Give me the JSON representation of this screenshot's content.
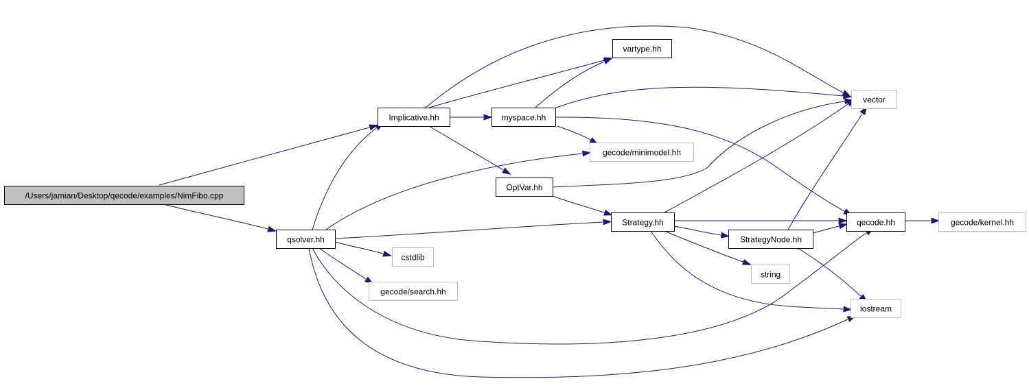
{
  "graph": {
    "nodes": [
      {
        "id": "root",
        "label": "/Users/jamian/Desktop/qecode/examples/NimFibo.cpp",
        "kind": "root"
      },
      {
        "id": "implicative",
        "label": "Implicative.hh",
        "kind": "internal"
      },
      {
        "id": "qsolver",
        "label": "qsolver.hh",
        "kind": "internal"
      },
      {
        "id": "vartype",
        "label": "vartype.hh",
        "kind": "internal"
      },
      {
        "id": "myspace",
        "label": "myspace.hh",
        "kind": "internal"
      },
      {
        "id": "optvar",
        "label": "OptVar.hh",
        "kind": "internal"
      },
      {
        "id": "strategy",
        "label": "Strategy.hh",
        "kind": "internal"
      },
      {
        "id": "strategynode",
        "label": "StrategyNode.hh",
        "kind": "internal"
      },
      {
        "id": "qecode",
        "label": "qecode.hh",
        "kind": "internal"
      },
      {
        "id": "vector",
        "label": "vector",
        "kind": "external"
      },
      {
        "id": "minimodel",
        "label": "gecode/minimodel.hh",
        "kind": "external"
      },
      {
        "id": "cstdlib",
        "label": "cstdlib",
        "kind": "external"
      },
      {
        "id": "search",
        "label": "gecode/search.hh",
        "kind": "external"
      },
      {
        "id": "string",
        "label": "string",
        "kind": "external"
      },
      {
        "id": "iostream",
        "label": "iostream",
        "kind": "external"
      },
      {
        "id": "kernel",
        "label": "gecode/kernel.hh",
        "kind": "external"
      }
    ],
    "edges": [
      {
        "from": "root",
        "to": "implicative"
      },
      {
        "from": "root",
        "to": "qsolver"
      },
      {
        "from": "implicative",
        "to": "vector"
      },
      {
        "from": "implicative",
        "to": "vartype"
      },
      {
        "from": "implicative",
        "to": "myspace"
      },
      {
        "from": "implicative",
        "to": "optvar"
      },
      {
        "from": "myspace",
        "to": "vartype"
      },
      {
        "from": "myspace",
        "to": "vector"
      },
      {
        "from": "myspace",
        "to": "minimodel"
      },
      {
        "from": "myspace",
        "to": "qecode"
      },
      {
        "from": "optvar",
        "to": "vector"
      },
      {
        "from": "optvar",
        "to": "strategy"
      },
      {
        "from": "qsolver",
        "to": "implicative"
      },
      {
        "from": "qsolver",
        "to": "minimodel"
      },
      {
        "from": "qsolver",
        "to": "strategy"
      },
      {
        "from": "qsolver",
        "to": "cstdlib"
      },
      {
        "from": "qsolver",
        "to": "search"
      },
      {
        "from": "qsolver",
        "to": "qecode"
      },
      {
        "from": "qsolver",
        "to": "iostream"
      },
      {
        "from": "strategy",
        "to": "vector"
      },
      {
        "from": "strategy",
        "to": "qecode"
      },
      {
        "from": "strategy",
        "to": "strategynode"
      },
      {
        "from": "strategy",
        "to": "string"
      },
      {
        "from": "strategy",
        "to": "iostream"
      },
      {
        "from": "strategynode",
        "to": "vector"
      },
      {
        "from": "strategynode",
        "to": "qecode"
      },
      {
        "from": "strategynode",
        "to": "iostream"
      },
      {
        "from": "qecode",
        "to": "kernel"
      }
    ]
  }
}
